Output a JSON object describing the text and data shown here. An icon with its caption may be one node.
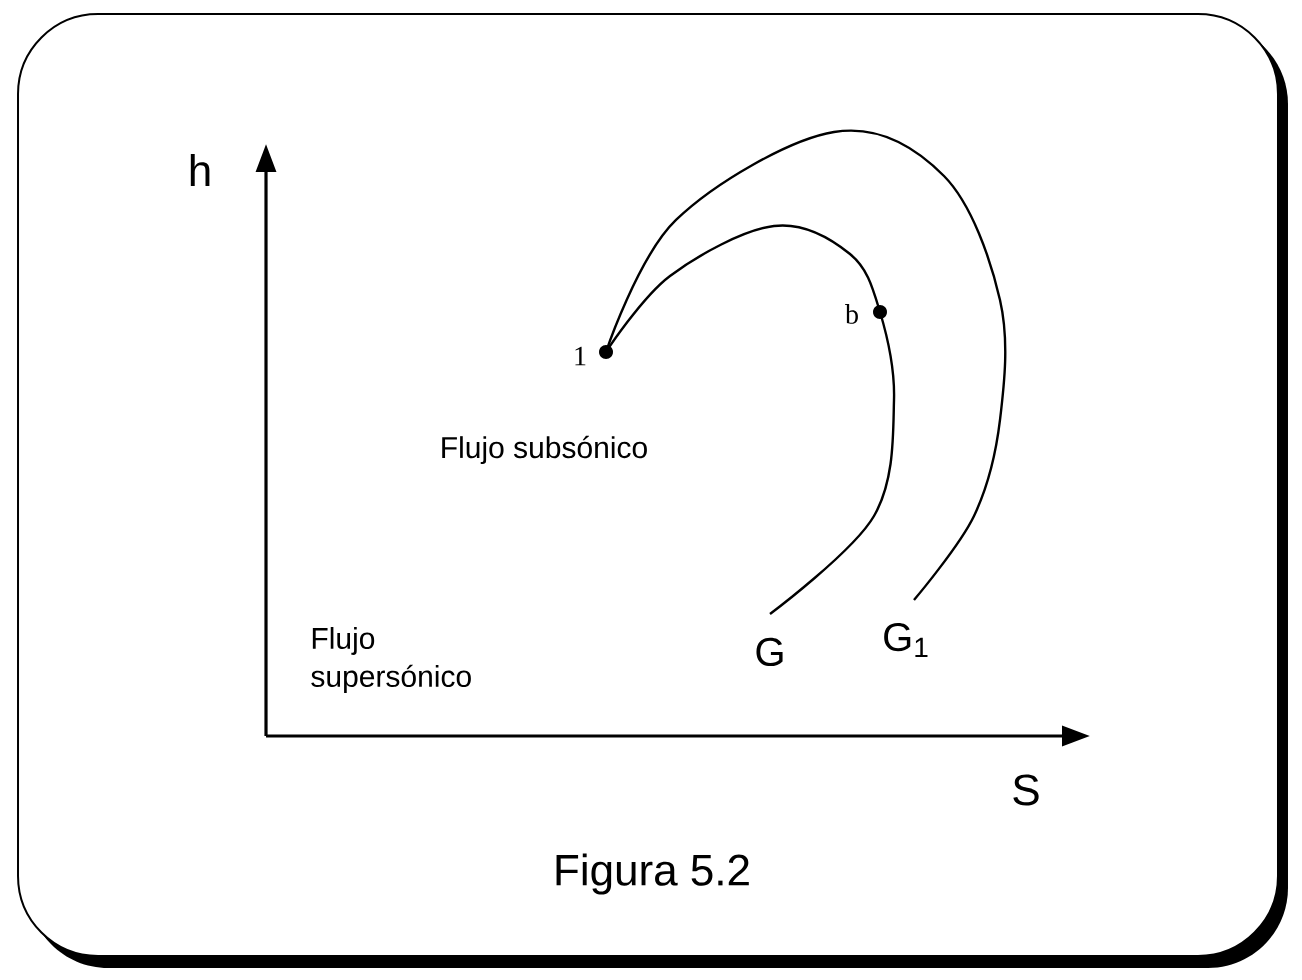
{
  "diagram": {
    "caption": "Figura 5.2",
    "labels": [
      "h",
      "S",
      "1",
      "b",
      "Flujo subsónico",
      "Flujo supersónico",
      "G",
      "G$_{1}$"
    ]
  }
}
